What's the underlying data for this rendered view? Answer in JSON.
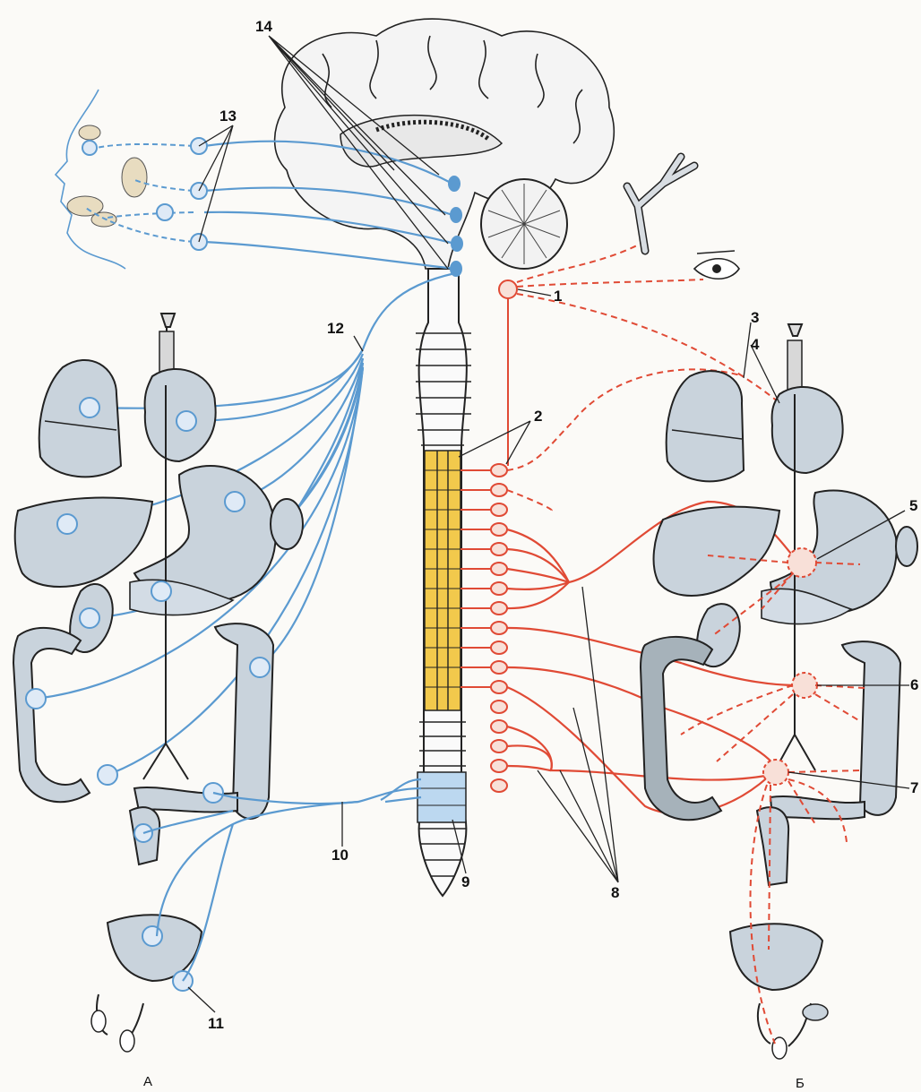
{
  "labels": {
    "n1": "1",
    "n2": "2",
    "n3": "3",
    "n4": "4",
    "n5": "5",
    "n6": "6",
    "n7": "7",
    "n8": "8",
    "n9": "9",
    "n10": "10",
    "n11": "11",
    "n12": "12",
    "n13": "13",
    "n14": "14"
  },
  "sections": {
    "left": "А",
    "right": "Б"
  },
  "colors": {
    "parasympathetic": "#5b9ad0",
    "sympathetic": "#e04a35",
    "thoracolumbar_segment": "#f2c94c",
    "sacral_segment": "#bcd8f0"
  }
}
